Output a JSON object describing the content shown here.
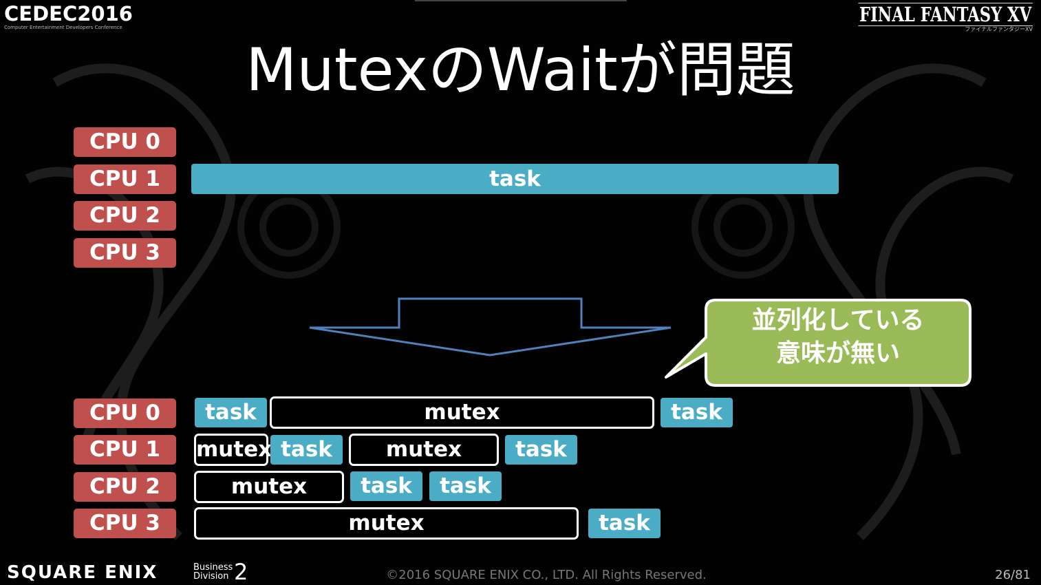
{
  "header": {
    "cedec_logo": "CEDEC2016",
    "cedec_subtitle": "Computer Entertainment Developers Conference",
    "ff_logo": "FINAL FANTASY XV",
    "ff_subtitle": "ファイナルファンタジーXV"
  },
  "title": "MutexのWaitが問題",
  "before": {
    "cpu_labels": [
      "CPU 0",
      "CPU 1",
      "CPU 2",
      "CPU 3"
    ],
    "task_label": "task"
  },
  "callout": {
    "line1": "並列化している",
    "line2": "意味が無い",
    "fill": "#9bbb59"
  },
  "after": {
    "cpu_labels": [
      "CPU 0",
      "CPU 1",
      "CPU 2",
      "CPU 3"
    ],
    "task_label": "task",
    "mutex_label": "mutex"
  },
  "colors": {
    "cpu_label": "#c0504d",
    "task": "#4bacc6",
    "arrow": "#4f81bd",
    "callout": "#9bbb59"
  },
  "footer": {
    "square_enix": "SQUARE ENIX",
    "business_division": "Business",
    "business_division_2": "Division",
    "business_division_num": "2",
    "copyright": "©2016 SQUARE ENIX CO., LTD. All Rights Reserved.",
    "page": "26/81"
  }
}
